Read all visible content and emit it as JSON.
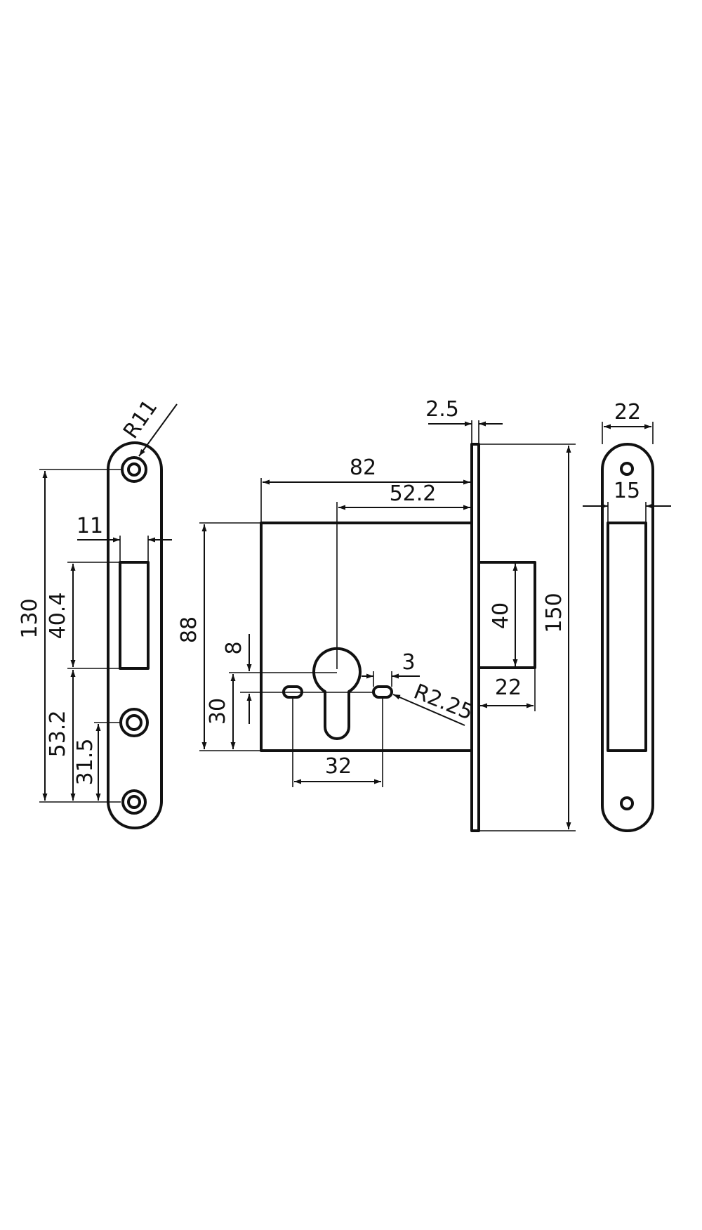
{
  "dimensions": {
    "strike_radius": "R11",
    "strike_overall_height": "130",
    "strike_opening_width": "11",
    "strike_opening_height": "40.4",
    "strike_lower_distance": "53.2",
    "strike_lower_screw_distance": "31.5",
    "faceplate_thickness": "2.5",
    "case_total_depth": "82",
    "backset": "52.2",
    "case_height": "88",
    "cylinder_upper_offset": "8",
    "cylinder_bottom_height": "30",
    "screw_hole_width": "3",
    "screw_hole_radius": "R2.25",
    "screw_hole_spacing": "32",
    "bolt_height": "40",
    "bolt_throw": "22",
    "faceplate_length": "150",
    "faceplate_width": "22",
    "faceplate_opening_width": "15"
  }
}
